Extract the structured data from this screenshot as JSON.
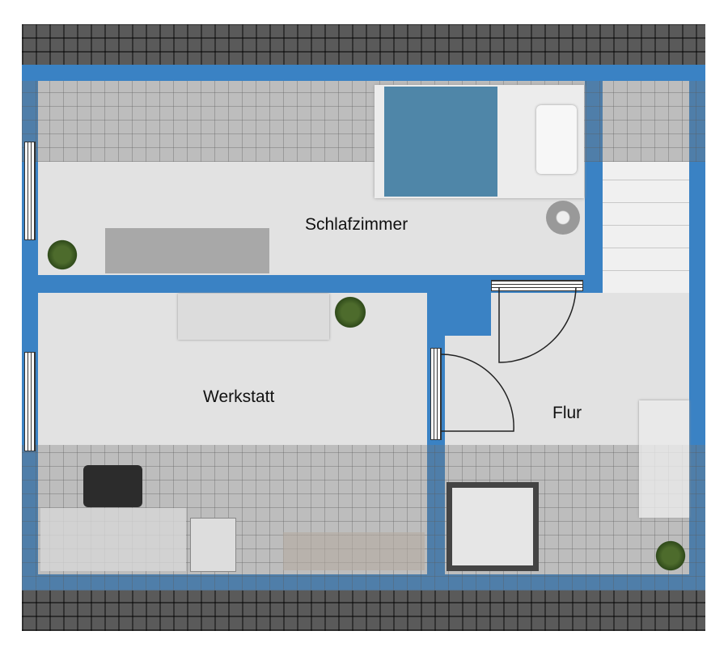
{
  "rooms": {
    "bedroom": "Schlafzimmer",
    "workshop": "Werkstatt",
    "hallway": "Flur"
  },
  "colors": {
    "wall": "#3a82c4",
    "floor": "#e2e2e2",
    "roof": "#5a5a5a"
  }
}
